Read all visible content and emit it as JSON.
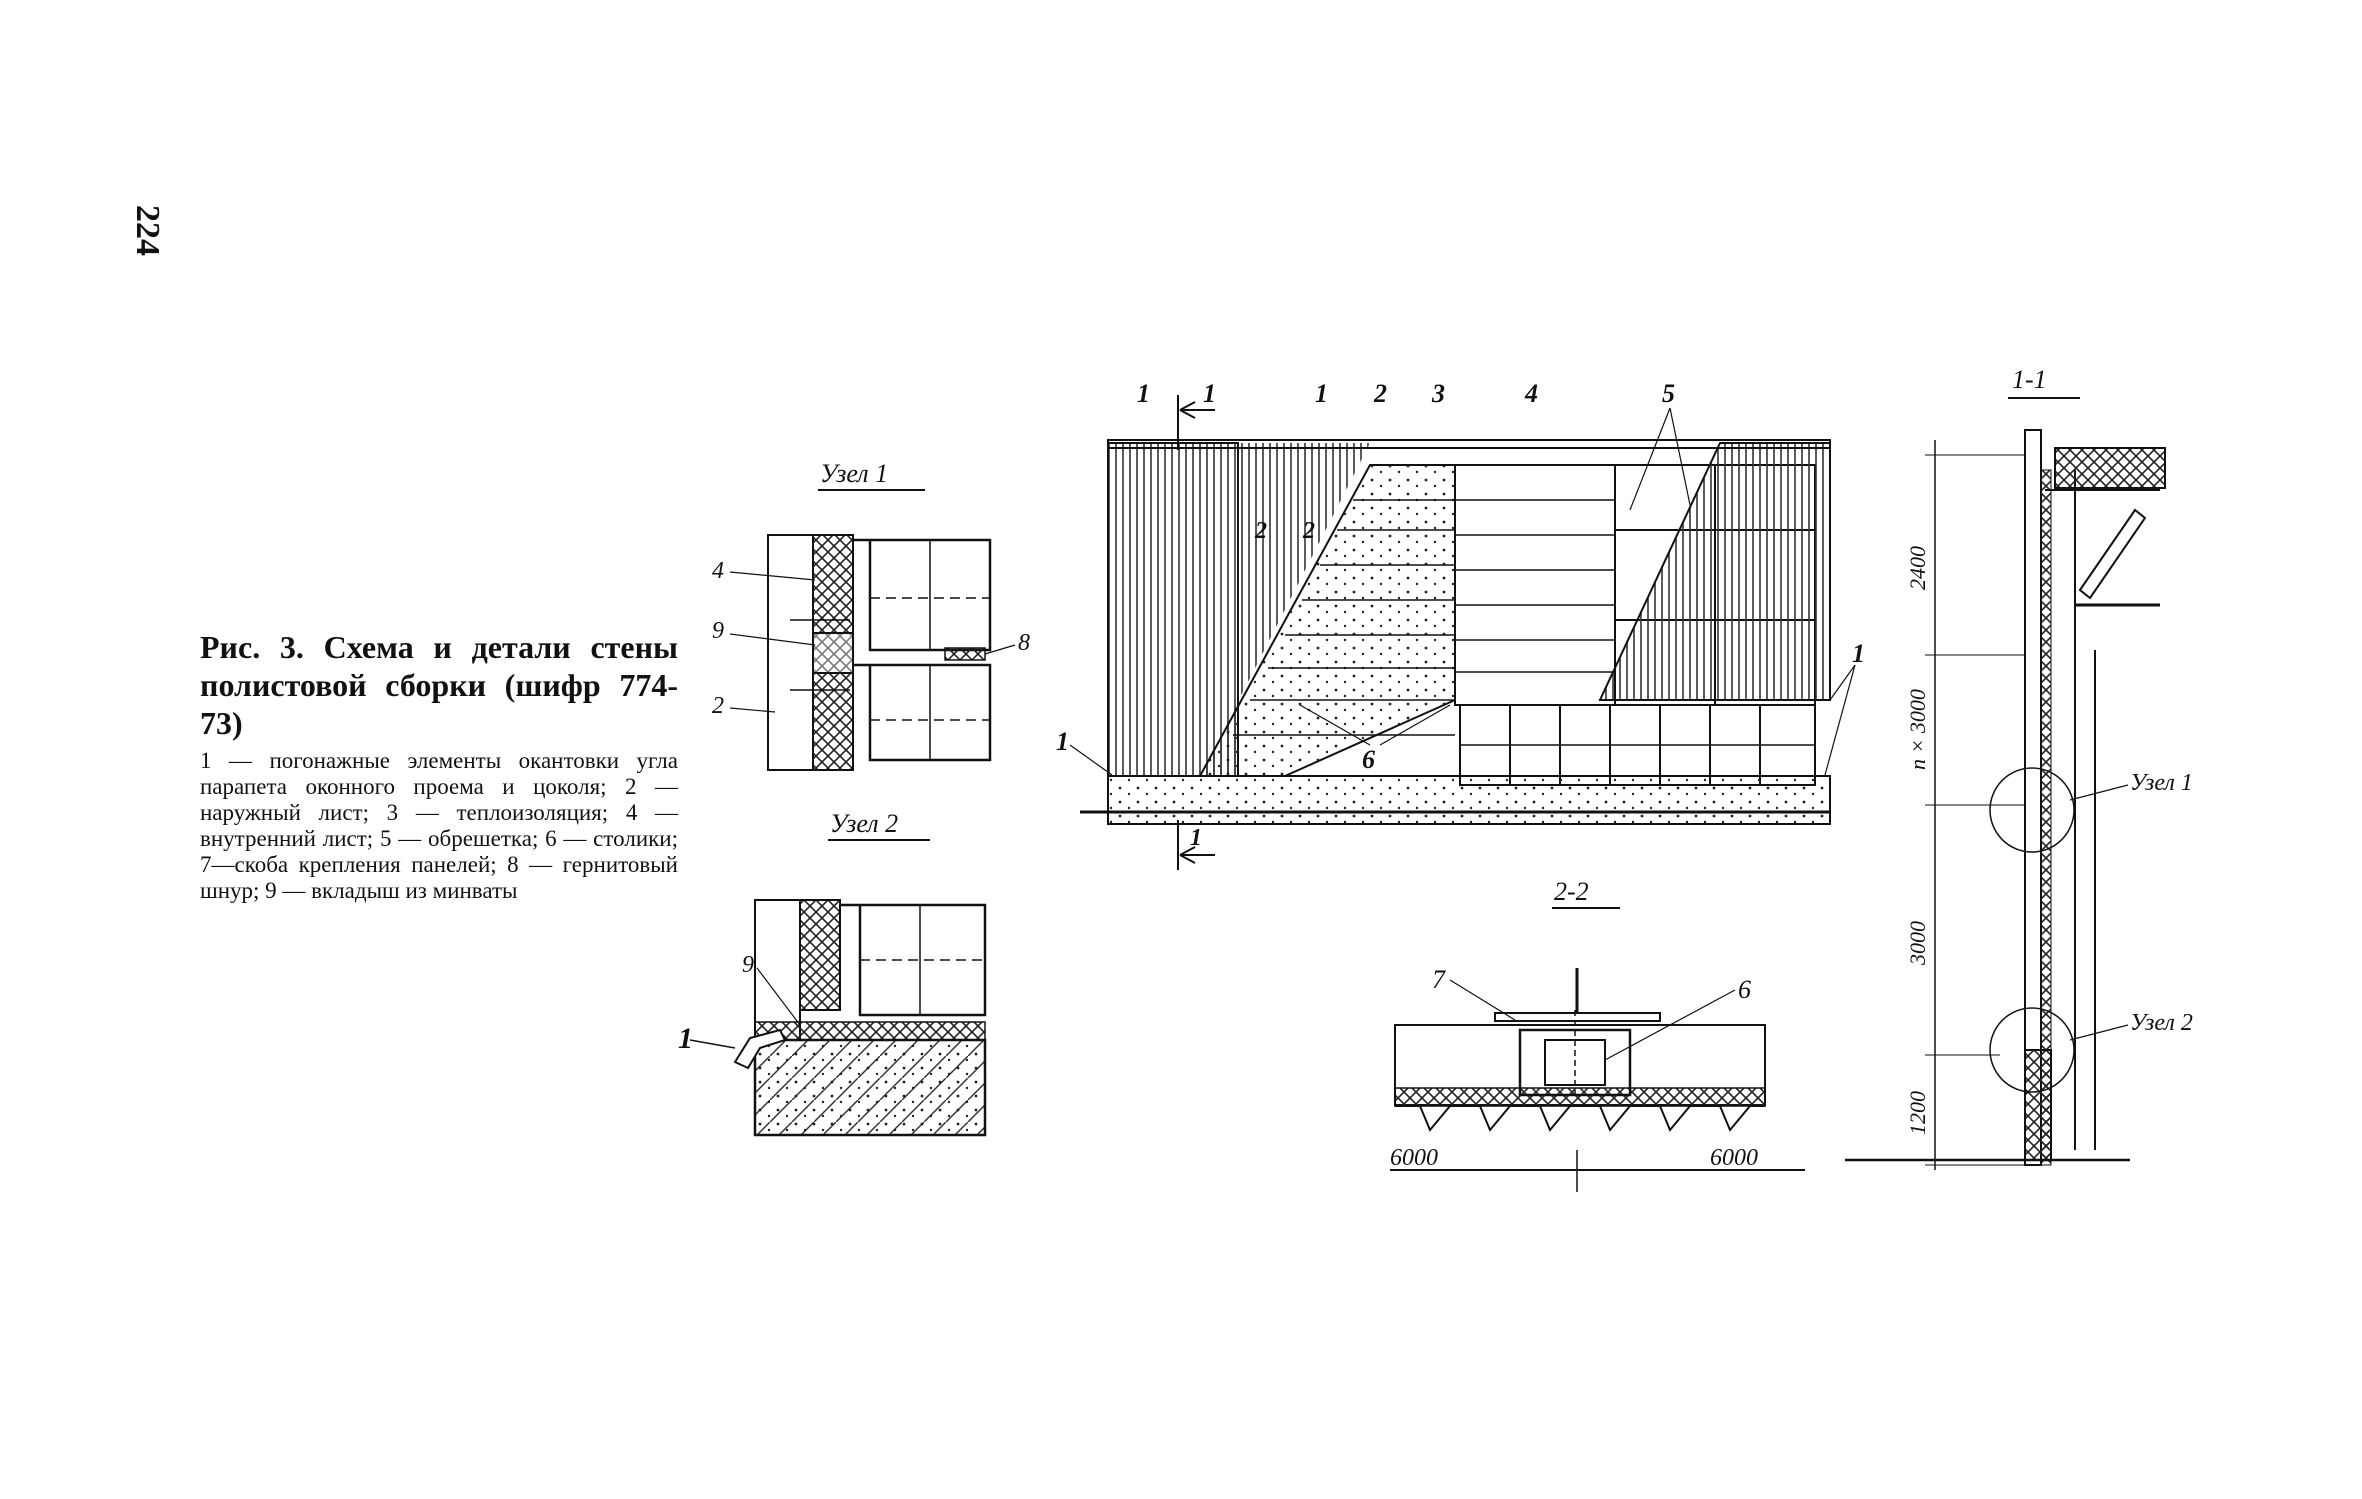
{
  "page_number": "224",
  "figure": {
    "title": "Рис. 3. Схема и детали стены полистовой сборки (шифр 774-73)",
    "legend": "1 — погонажные элементы окантовки угла парапета оконного проема и цоколя; 2 — наружный лист; 3 — теплоизоляция; 4 — внутренний лист; 5 — обрешетка; 6 — столики; 7—скоба крепления панелей; 8 — гернитовый шнур; 9 — вкладыш из минваты"
  },
  "detail_1": {
    "title": "Узел 1",
    "labels": [
      "4",
      "9",
      "2",
      "8"
    ]
  },
  "detail_2": {
    "title": "Узел 2",
    "labels": [
      "9",
      "1"
    ]
  },
  "elevation": {
    "labels": [
      "1",
      "1",
      "1",
      "2",
      "3",
      "4",
      "5",
      "2",
      "2",
      "6",
      "1",
      "1",
      "1"
    ],
    "section_mark": "1"
  },
  "section_2_2": {
    "title": "2-2",
    "labels": [
      "7",
      "6"
    ],
    "dims": [
      "6000",
      "6000"
    ]
  },
  "section_1_1": {
    "title": "1-1",
    "dims": [
      "2400",
      "n × 3000",
      "3000",
      "1200"
    ],
    "callouts": [
      "Узел 1",
      "Узел 2"
    ]
  }
}
